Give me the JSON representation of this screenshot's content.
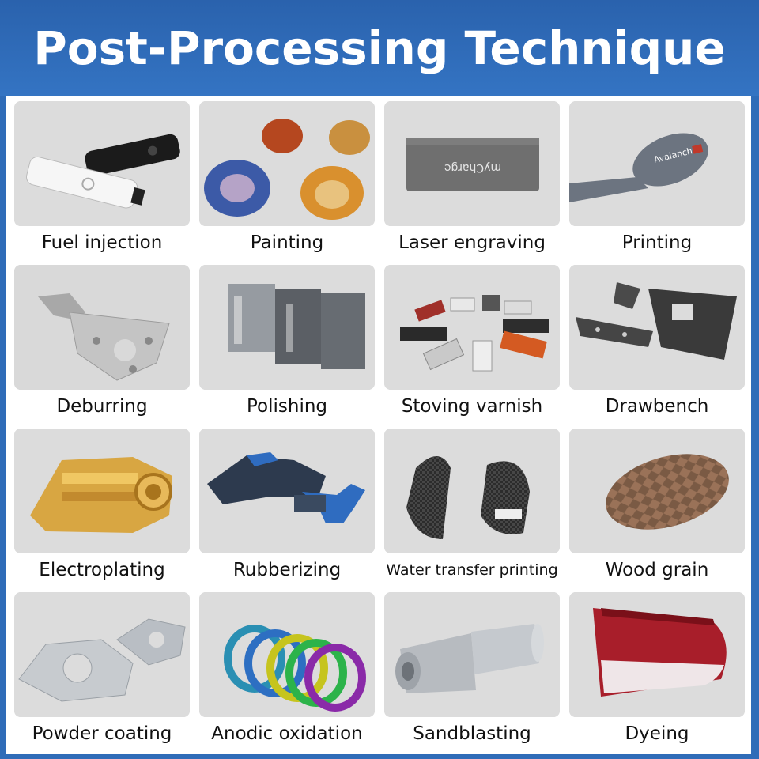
{
  "header": {
    "title": "Post-Processing Technique"
  },
  "items": [
    {
      "label": "Fuel injection"
    },
    {
      "label": "Painting"
    },
    {
      "label": "Laser engraving"
    },
    {
      "label": "Printing"
    },
    {
      "label": "Deburring"
    },
    {
      "label": "Polishing"
    },
    {
      "label": "Stoving varnish"
    },
    {
      "label": "Drawbench"
    },
    {
      "label": "Electroplating"
    },
    {
      "label": "Rubberizing"
    },
    {
      "label": "Water transfer printing"
    },
    {
      "label": "Wood grain"
    },
    {
      "label": "Powder coating"
    },
    {
      "label": "Anodic oxidation"
    },
    {
      "label": "Sandblasting"
    },
    {
      "label": "Dyeing"
    }
  ],
  "photo_text": {
    "laser_engraving_mark": "myCharge",
    "printing_brand": "Avalanche"
  }
}
